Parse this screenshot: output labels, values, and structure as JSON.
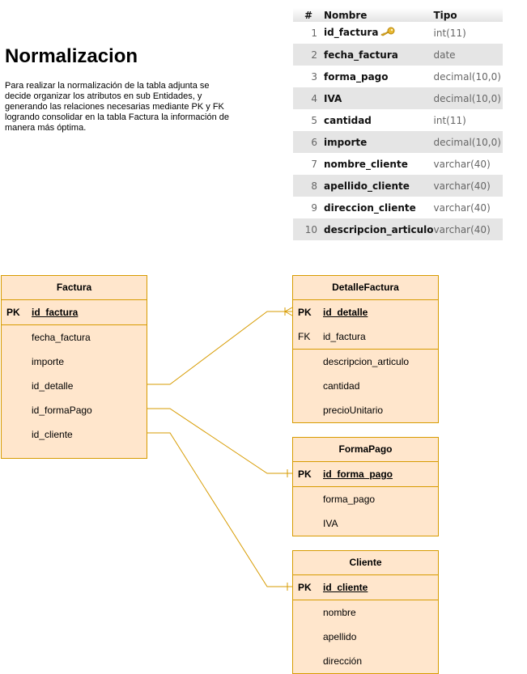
{
  "header": {
    "title": "Normalizacion",
    "description": "Para realizar la normalización de la tabla adjunta se decide organizar los atributos en sub Entidades, y generando las relaciones necesarias mediante PK y FK logrando consolidar en la tabla Factura la información de manera más óptima."
  },
  "structure_table": {
    "columns": [
      "#",
      "Nombre",
      "Tipo"
    ],
    "rows": [
      {
        "num": "1",
        "name": "id_factura",
        "type": "int(11)",
        "key_icon": "key-icon"
      },
      {
        "num": "2",
        "name": "fecha_factura",
        "type": "date"
      },
      {
        "num": "3",
        "name": "forma_pago",
        "type": "decimal(10,0)"
      },
      {
        "num": "4",
        "name": "IVA",
        "type": "decimal(10,0)"
      },
      {
        "num": "5",
        "name": "cantidad",
        "type": "int(11)"
      },
      {
        "num": "6",
        "name": "importe",
        "type": "decimal(10,0)"
      },
      {
        "num": "7",
        "name": "nombre_cliente",
        "type": "varchar(40)"
      },
      {
        "num": "8",
        "name": "apellido_cliente",
        "type": "varchar(40)"
      },
      {
        "num": "9",
        "name": "direccion_cliente",
        "type": "varchar(40)"
      },
      {
        "num": "10",
        "name": "descripcion_articulo",
        "type": "varchar(40)"
      }
    ]
  },
  "entities": {
    "factura": {
      "name": "Factura",
      "pk_label": "PK",
      "pk_field": "id_factura",
      "fields": [
        "fecha_factura",
        "importe",
        "id_detalle",
        "id_formaPago",
        "id_cliente"
      ]
    },
    "detalle": {
      "name": "DetalleFactura",
      "pk_label": "PK",
      "pk_field": "id_detalle",
      "fk_label": "FK",
      "fk_field": "id_factura",
      "fields": [
        "descripcion_articulo",
        "cantidad",
        "precioUnitario"
      ]
    },
    "formapago": {
      "name": "FormaPago",
      "pk_label": "PK",
      "pk_field": "id_forma_pago",
      "fields": [
        "forma_pago",
        "IVA"
      ]
    },
    "cliente": {
      "name": "Cliente",
      "pk_label": "PK",
      "pk_field": "id_cliente",
      "fields": [
        "nombre",
        "apellido",
        "dirección"
      ]
    }
  },
  "colors": {
    "entity_fill": "#ffe6cc",
    "entity_border": "#d79b00",
    "row_alt": "#e5e5e5"
  }
}
